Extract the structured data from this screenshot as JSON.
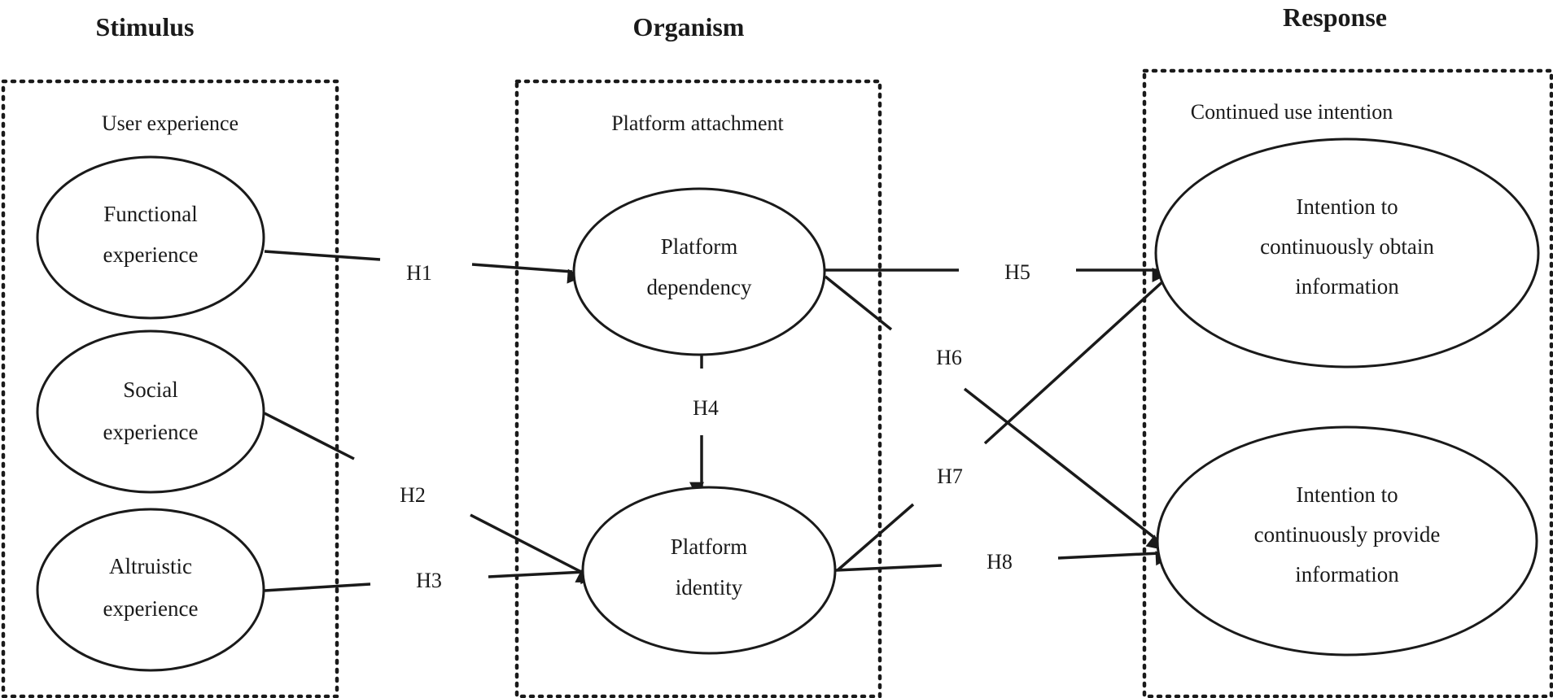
{
  "headings": {
    "stimulus": "Stimulus",
    "organism": "Organism",
    "response": "Response"
  },
  "groups": {
    "user_experience": "User experience",
    "platform_attachment": "Platform attachment",
    "continued_use_intention": "Continued use intention"
  },
  "nodes": {
    "functional": [
      "Functional",
      "experience"
    ],
    "social": [
      "Social",
      "experience"
    ],
    "altruistic": [
      "Altruistic",
      "experience"
    ],
    "dependency": [
      "Platform",
      "dependency"
    ],
    "identity": [
      "Platform",
      "identity"
    ],
    "obtain": [
      "Intention to",
      "continuously obtain",
      "information"
    ],
    "provide": [
      "Intention to",
      "continuously provide",
      "information"
    ]
  },
  "hypotheses": {
    "h1": "H1",
    "h2": "H2",
    "h3": "H3",
    "h4": "H4",
    "h5": "H5",
    "h6": "H6",
    "h7": "H7",
    "h8": "H8"
  },
  "colors": {
    "ink": "#1a1a1a",
    "background": "#ffffff"
  }
}
